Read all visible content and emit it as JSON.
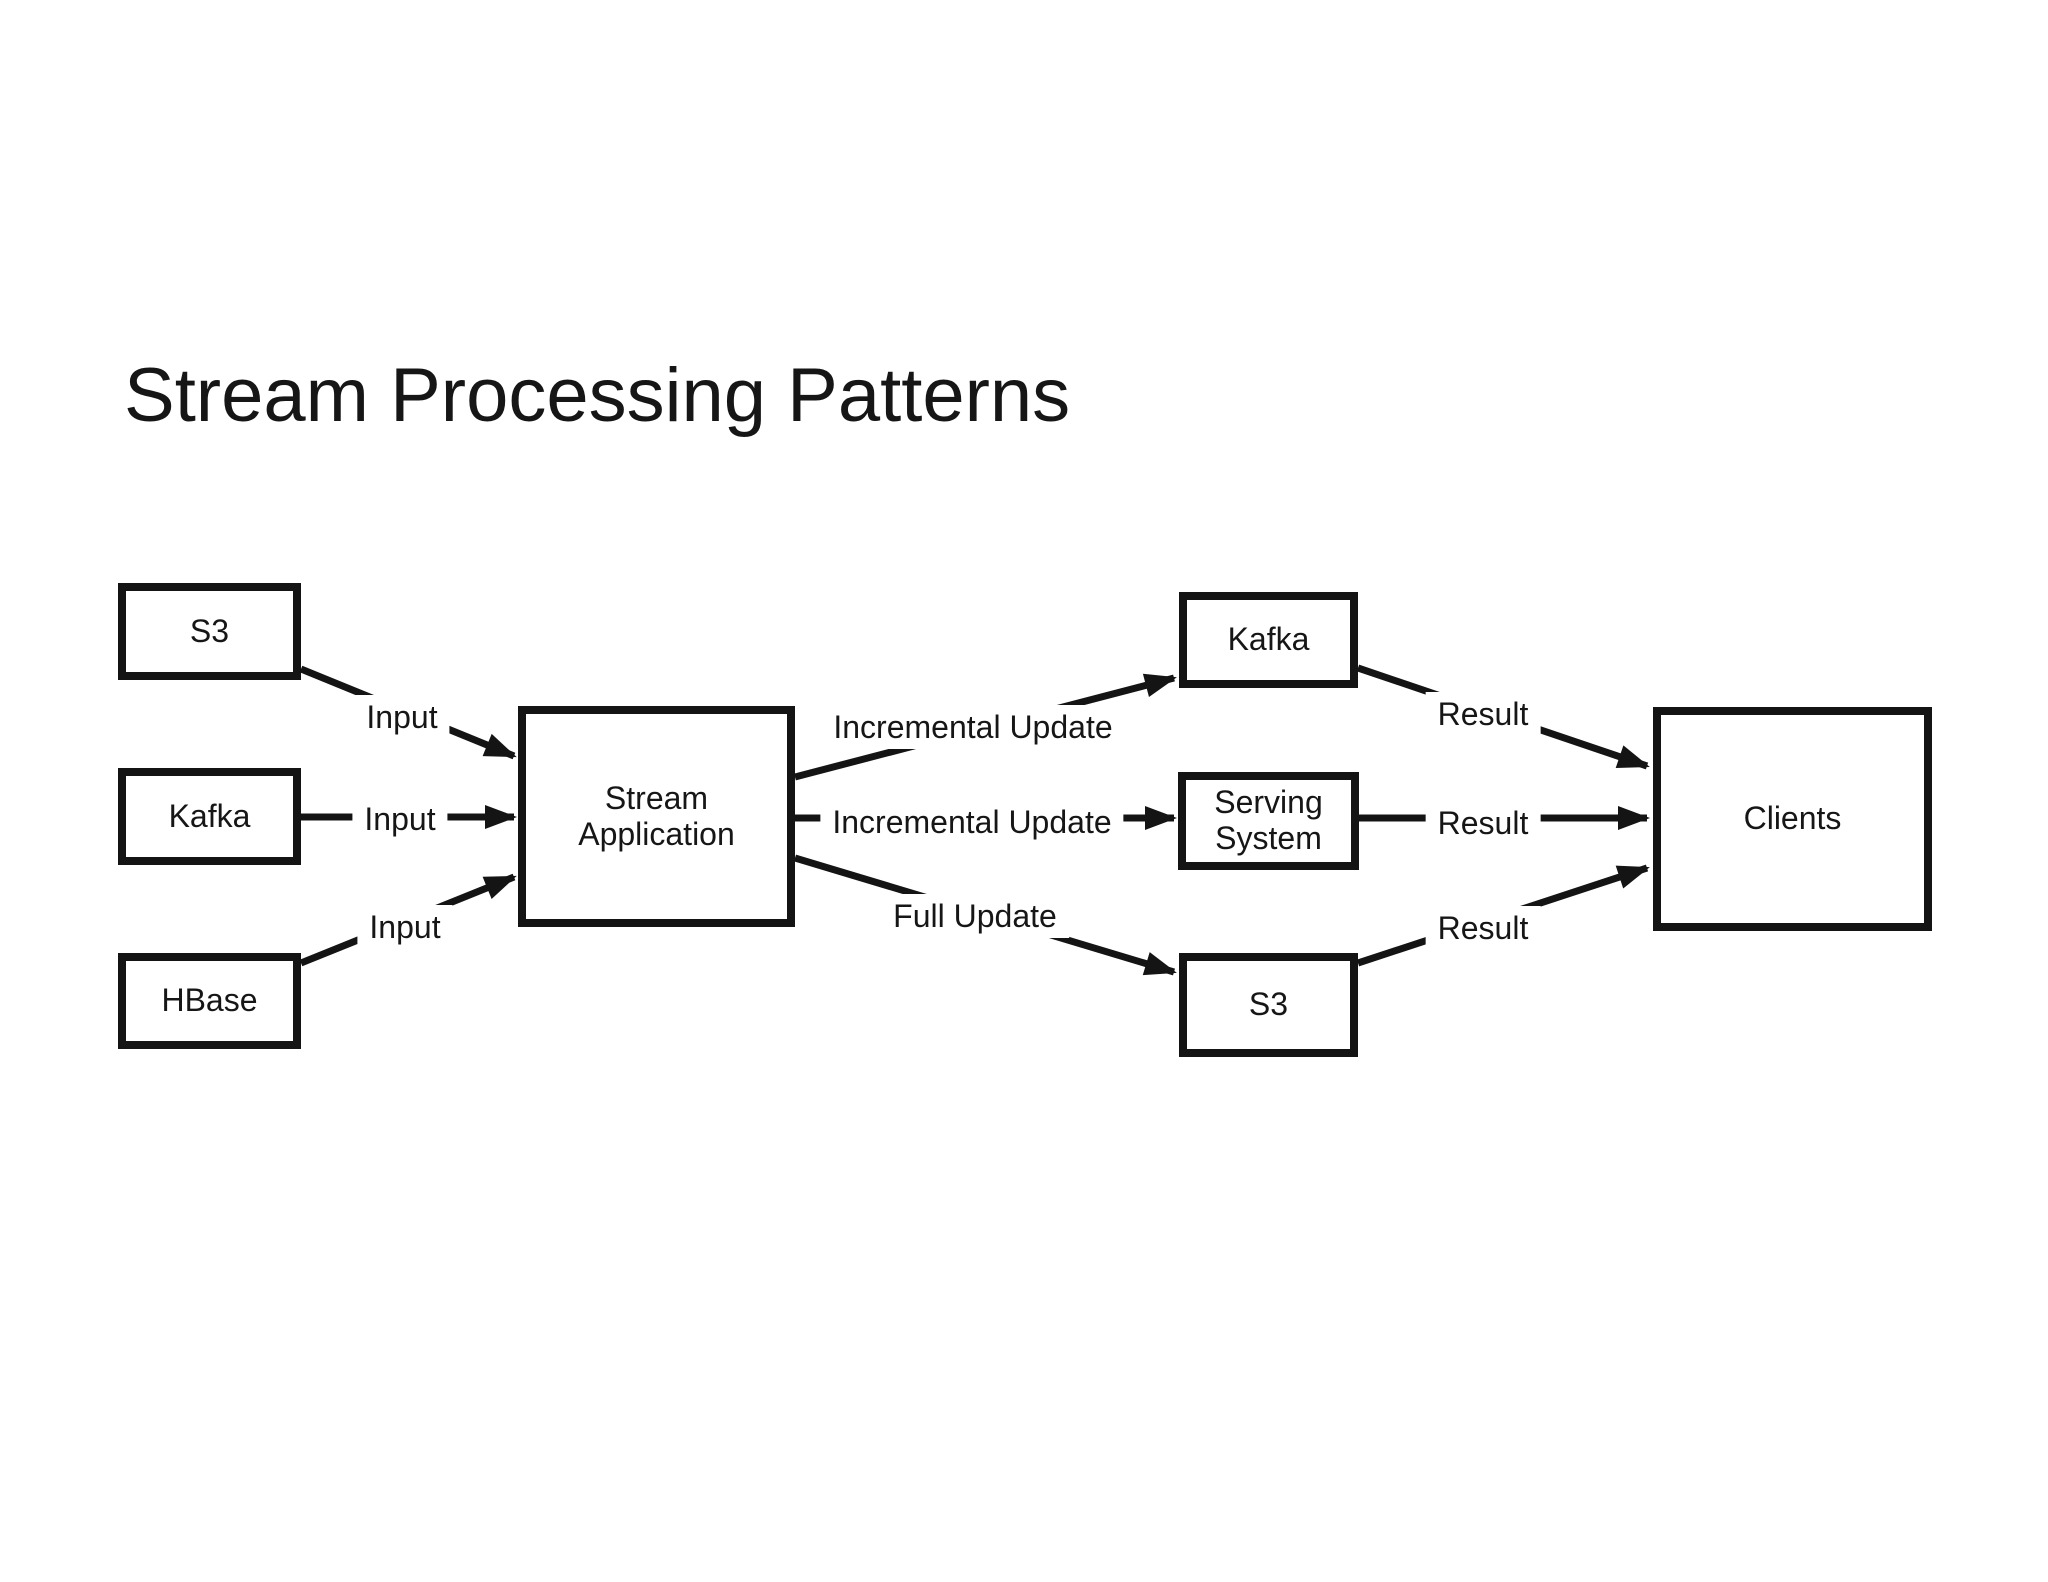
{
  "title": "Stream Processing Patterns",
  "diagram": {
    "ink_color": "#141414",
    "background": "#ffffff",
    "nodes": [
      {
        "id": "s3-source",
        "label": "S3"
      },
      {
        "id": "kafka-source",
        "label": "Kafka"
      },
      {
        "id": "hbase-source",
        "label": "HBase"
      },
      {
        "id": "stream-application",
        "label": "Stream Application"
      },
      {
        "id": "kafka-sink",
        "label": "Kafka"
      },
      {
        "id": "serving-system",
        "label": "Serving System"
      },
      {
        "id": "s3-sink",
        "label": "S3"
      },
      {
        "id": "clients",
        "label": "Clients"
      }
    ],
    "edges": [
      {
        "from": "S3",
        "to": "Stream Application",
        "label": "Input"
      },
      {
        "from": "Kafka",
        "to": "Stream Application",
        "label": "Input"
      },
      {
        "from": "HBase",
        "to": "Stream Application",
        "label": "Input"
      },
      {
        "from": "Stream Application",
        "to": "Kafka",
        "label": "Incremental Update"
      },
      {
        "from": "Stream Application",
        "to": "Serving System",
        "label": "Incremental Update"
      },
      {
        "from": "Stream Application",
        "to": "S3",
        "label": "Full Update"
      },
      {
        "from": "Kafka",
        "to": "Clients",
        "label": "Result"
      },
      {
        "from": "Serving System",
        "to": "Clients",
        "label": "Result"
      },
      {
        "from": "S3",
        "to": "Clients",
        "label": "Result"
      }
    ]
  }
}
